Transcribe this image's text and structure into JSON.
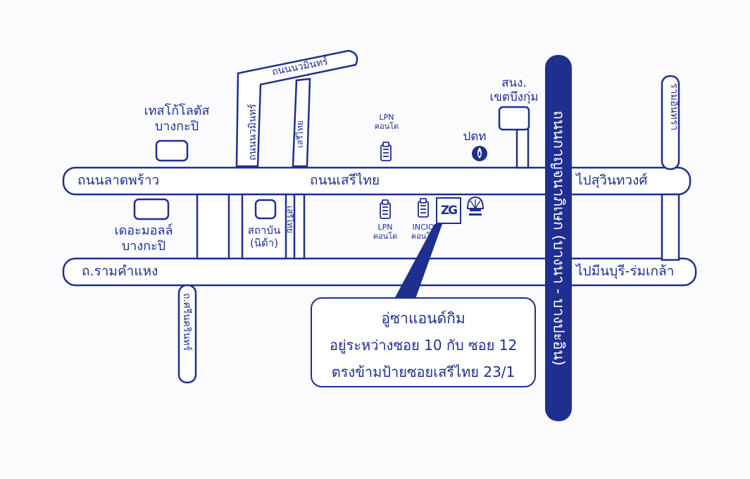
{
  "roads": {
    "lat_phrao": "ถนนลาดพร้าว",
    "seri_thai": "ถนนเสรีไทย",
    "to_sukhumvit": "ไปสุวินทวงศ์",
    "ramkhamhaeng": "ถ.รามคำแหง",
    "to_minburi": "ไปมีนบุรี-ร่มเกล้า",
    "nawamin_top": "ถนนนวมินทร์",
    "nawamin_left": "ถนนนวมินทร์",
    "serithai_sub_upper": "เสรีไทย",
    "serithai_sub_lower": "เสรีไทย",
    "srinakarin": "ถ.ศรีนครินทร์",
    "right_vertical": "รามอินทรา",
    "bangna_expressway": "ถนนกาญจนาภิเษก (บางนา - บางปะอิน)"
  },
  "places": {
    "tesco": [
      "เทสโก้โลตัส",
      "บางกะปิ"
    ],
    "mall": [
      "เดอะมอลล์",
      "บางกะปิ"
    ],
    "nida": [
      "สถาบัน",
      "(นิด้า)"
    ],
    "district_office": [
      "สนง.",
      "เขตบึงกุ่ม"
    ],
    "ptt": "ปตท",
    "lpn_top": [
      "LPN",
      "คอนโด"
    ],
    "lpn_bottom": [
      "LPN",
      "คอนโด"
    ],
    "incio": [
      "INCIO",
      "คอนโด"
    ],
    "zg_logo": "ZG"
  },
  "callout": {
    "name": "อู่ซาแอนด์กิม",
    "line2": "อยู่ระหว่างซอย 10 กับ ซอย 12",
    "line3": "ตรงข้ามป้ายซอยเสรีไทย 23/1"
  },
  "colors": {
    "ink": "#1f2f8f",
    "expressway_fill": "#1f2f8f",
    "background": "#fbfbfd"
  },
  "icons": [
    "condo-icon",
    "gas-station-icon",
    "shell-icon"
  ]
}
